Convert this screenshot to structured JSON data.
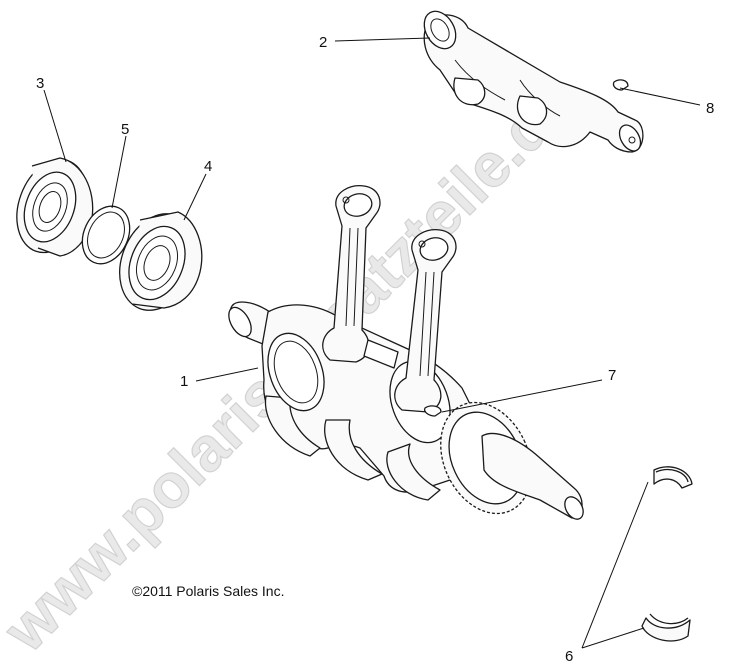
{
  "watermark": "www.polaris-ersatzteile.de",
  "copyright": "©2011 Polaris Sales Inc.",
  "callouts": {
    "c1": "1",
    "c2": "2",
    "c3": "3",
    "c4": "4",
    "c5": "5",
    "c6": "6",
    "c7": "7",
    "c8": "8"
  },
  "colors": {
    "line": "#1a1a1a",
    "background": "#ffffff",
    "watermark": "#e9e9e9"
  }
}
